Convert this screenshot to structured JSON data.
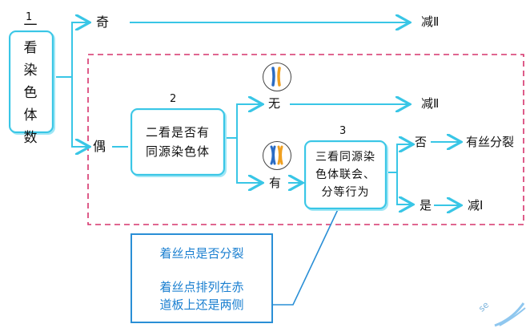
{
  "nodes": {
    "start": {
      "number": "1",
      "text": "一看染色体数"
    },
    "odd": "奇",
    "even": "偶",
    "meiosis2_top": "减Ⅱ",
    "step2": {
      "number": "2",
      "line1": "二看是否有",
      "line2": "同源染色体"
    },
    "none": "无",
    "meiosis2_mid": "减Ⅱ",
    "have": "有",
    "step3": {
      "number": "3",
      "line1": "三看同源染",
      "line2": "色体联会、",
      "line3": "分等行为"
    },
    "no": "否",
    "mitosis": "有丝分裂",
    "yes": "是",
    "meiosis1": "减Ⅰ"
  },
  "note": {
    "line1": "着丝点是否分裂",
    "line2": "着丝点排列在赤",
    "line3": "道板上还是两侧"
  },
  "watermark": "se",
  "colors": {
    "accent": "#39c6e6",
    "dashed_frame": "#d6336c",
    "note_text": "#1a7fd0"
  }
}
